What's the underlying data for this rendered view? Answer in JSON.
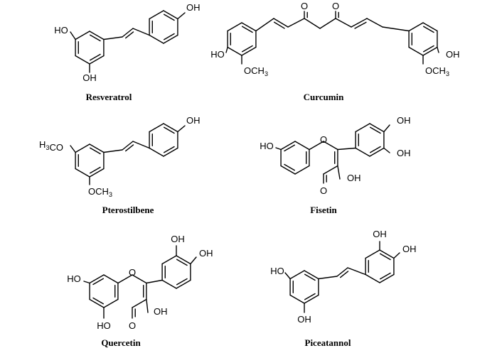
{
  "compounds": [
    {
      "name": "Resveratrol",
      "labels": [
        {
          "parts": [
            [
              "OH",
              ""
            ]
          ]
        },
        {
          "parts": [
            [
              "HO",
              ""
            ]
          ]
        },
        {
          "parts": [
            [
              "OH",
              ""
            ]
          ]
        }
      ]
    },
    {
      "name": "Curcumin",
      "labels": [
        {
          "parts": [
            [
              "O",
              ""
            ]
          ]
        },
        {
          "parts": [
            [
              "O",
              ""
            ]
          ]
        },
        {
          "parts": [
            [
              "HO",
              ""
            ]
          ]
        },
        {
          "parts": [
            [
              "OCH",
              "3"
            ]
          ]
        },
        {
          "parts": [
            [
              "OH",
              ""
            ]
          ]
        },
        {
          "parts": [
            [
              "OCH",
              "3"
            ]
          ]
        }
      ]
    },
    {
      "name": "Pterostilbene",
      "labels": [
        {
          "parts": [
            [
              "OH",
              ""
            ]
          ]
        },
        {
          "parts": [
            [
              "H",
              "3"
            ],
            [
              "CO",
              ""
            ]
          ]
        },
        {
          "parts": [
            [
              "OCH",
              "3"
            ]
          ]
        }
      ]
    },
    {
      "name": "Fisetin",
      "labels": [
        {
          "parts": [
            [
              "O",
              ""
            ]
          ]
        },
        {
          "parts": [
            [
              "HO",
              ""
            ]
          ]
        },
        {
          "parts": [
            [
              "OH",
              ""
            ]
          ]
        },
        {
          "parts": [
            [
              "OH",
              ""
            ]
          ]
        },
        {
          "parts": [
            [
              "OH",
              ""
            ]
          ]
        },
        {
          "parts": [
            [
              "O",
              ""
            ]
          ]
        }
      ]
    },
    {
      "name": "Quercetin",
      "labels": [
        {
          "parts": [
            [
              "O",
              ""
            ]
          ]
        },
        {
          "parts": [
            [
              "HO",
              ""
            ]
          ]
        },
        {
          "parts": [
            [
              "OH",
              ""
            ]
          ]
        },
        {
          "parts": [
            [
              "OH",
              ""
            ]
          ]
        },
        {
          "parts": [
            [
              "OH",
              ""
            ]
          ]
        },
        {
          "parts": [
            [
              "HO",
              ""
            ]
          ]
        },
        {
          "parts": [
            [
              "O",
              ""
            ]
          ]
        }
      ]
    },
    {
      "name": "Piceatannol",
      "labels": [
        {
          "parts": [
            [
              "OH",
              ""
            ]
          ]
        },
        {
          "parts": [
            [
              "OH",
              ""
            ]
          ]
        },
        {
          "parts": [
            [
              "HO",
              ""
            ]
          ]
        },
        {
          "parts": [
            [
              "OH",
              ""
            ]
          ]
        }
      ]
    }
  ]
}
